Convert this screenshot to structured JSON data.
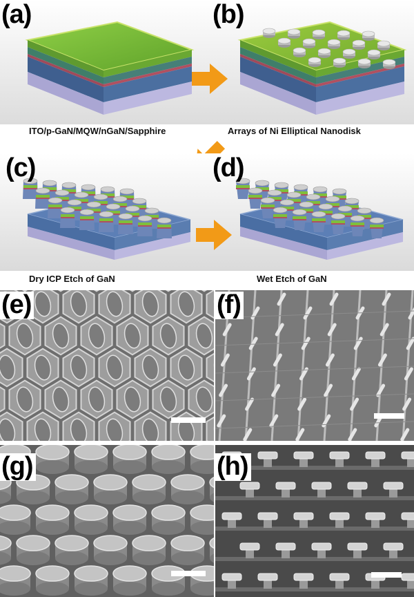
{
  "panels": {
    "a": {
      "letter": "(a)",
      "caption": "ITO/p-GaN/MQW/nGaN/Sapphire"
    },
    "b": {
      "letter": "(b)",
      "caption": "Arrays of Ni Elliptical Nanodisk"
    },
    "c": {
      "letter": "(c)",
      "caption": "Dry ICP Etch of GaN"
    },
    "d": {
      "letter": "(d)",
      "caption": "Wet Etch of GaN"
    },
    "e": {
      "letter": "(e)"
    },
    "f": {
      "letter": "(f)"
    },
    "g": {
      "letter": "(g)"
    },
    "h": {
      "letter": "(h)"
    }
  },
  "colors": {
    "arrow": "#f29a17",
    "green_top": "#7fbf3a",
    "blue_layer": "#4b6fa0",
    "sapphire": "#b7b3d8"
  }
}
